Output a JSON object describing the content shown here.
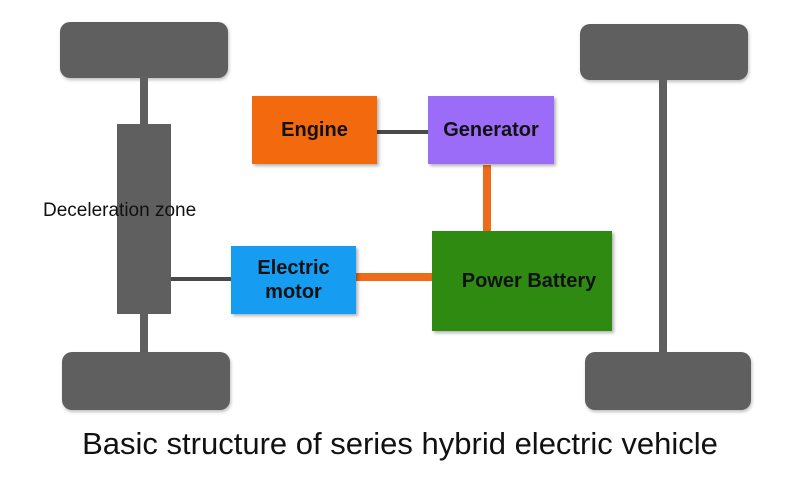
{
  "diagram": {
    "title": "Basic structure of series hybrid electric vehicle",
    "deceleration_label": "Deceleration zone",
    "components": {
      "engine": {
        "label": "Engine",
        "color": "#f26a0d"
      },
      "generator": {
        "label": "Generator",
        "color": "#9a6cf7"
      },
      "electric_motor": {
        "label": "Electric motor",
        "color": "#169cf0"
      },
      "power_battery": {
        "label": "Power Battery",
        "color": "#2f8a12"
      }
    },
    "connections": [
      {
        "from": "Engine",
        "to": "Generator",
        "type": "mechanical"
      },
      {
        "from": "Generator",
        "to": "Power Battery",
        "type": "electrical"
      },
      {
        "from": "Power Battery",
        "to": "Electric motor",
        "type": "electrical"
      },
      {
        "from": "Electric motor",
        "to": "Deceleration zone",
        "type": "mechanical"
      }
    ],
    "colors": {
      "chassis": "#5f5f5f",
      "electrical_link": "#ee6b1a",
      "mechanical_link": "#4a4a4a"
    }
  }
}
